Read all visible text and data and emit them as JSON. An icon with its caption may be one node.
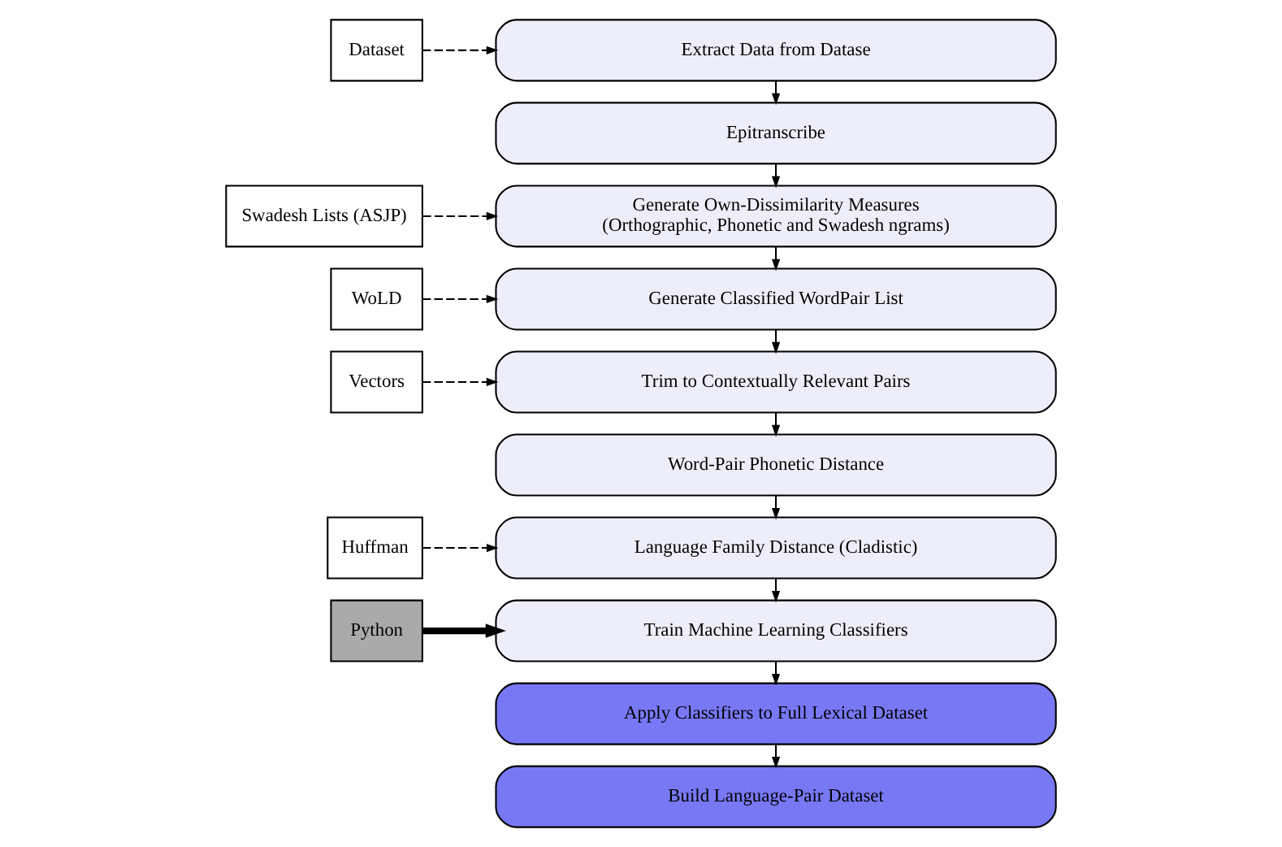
{
  "diagram": {
    "nodes": [
      {
        "text": [
          "Dataset"
        ]
      },
      {
        "text": [
          "Extract Data from Datase"
        ]
      },
      {
        "text": [
          "Epitranscribe"
        ]
      },
      {
        "text": [
          "Swadesh Lists (ASJP)"
        ]
      },
      {
        "text": [
          "Generate Own-Dissimilarity Measures (Orthographic, Phonetic and Swadesh ngrams)"
        ]
      },
      {
        "text": [
          "WoLD"
        ]
      },
      {
        "text": [
          "Generate Classified WordPair List"
        ]
      },
      {
        "text": [
          "Vectors"
        ]
      },
      {
        "text": [
          "Trim to Contextually Relevant Pairs"
        ]
      },
      {
        "text": [
          "Word-Pair Phonetic Distance"
        ]
      },
      {
        "text": [
          "Huffman"
        ]
      },
      {
        "text": [
          "Language Family Distance (Cladistic)"
        ]
      },
      {
        "text": [
          "Python"
        ]
      },
      {
        "text": [
          "Train Machine Learning Classifiers"
        ]
      },
      {
        "text": [
          "Apply Classifiers to Full Lexical Dataset"
        ]
      },
      {
        "text": [
          "Build Language-Pair Dataset"
        ]
      }
    ],
    "edges": [
      {
        "from": 0,
        "to": 1,
        "arrow": "to",
        "style": "dashed"
      },
      {
        "from": 1,
        "to": 2,
        "arrow": "to"
      },
      {
        "from": 2,
        "to": 4,
        "arrow": "to"
      },
      {
        "from": 3,
        "to": 4,
        "arrow": "to",
        "style": "dashed"
      },
      {
        "from": 4,
        "to": 6,
        "arrow": "to"
      },
      {
        "from": 5,
        "to": 6,
        "arrow": "to",
        "style": "dashed"
      },
      {
        "from": 6,
        "to": 8,
        "arrow": "to"
      },
      {
        "from": 7,
        "to": 8,
        "arrow": "to",
        "style": "dashed"
      },
      {
        "from": 8,
        "to": 9,
        "arrow": "to"
      },
      {
        "from": 9,
        "to": 11,
        "arrow": "to"
      },
      {
        "from": 10,
        "to": 11,
        "arrow": "to",
        "style": "dashed"
      },
      {
        "from": 11,
        "to": 13,
        "arrow": "to"
      },
      {
        "from": 12,
        "to": 13,
        "arrow": "to",
        "style": "thick"
      },
      {
        "from": 13,
        "to": 14,
        "arrow": "to"
      },
      {
        "from": 14,
        "to": 15,
        "arrow": "to"
      }
    ]
  }
}
